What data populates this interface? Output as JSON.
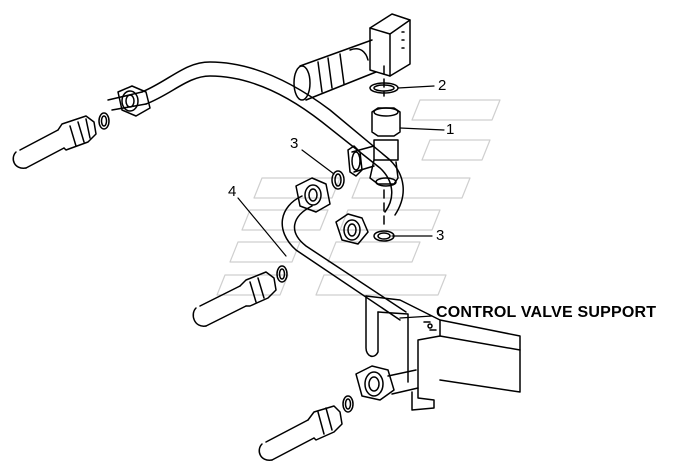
{
  "callouts": [
    {
      "id": "c2",
      "text": "2"
    },
    {
      "id": "c1",
      "text": "1"
    },
    {
      "id": "c3a",
      "text": "3"
    },
    {
      "id": "c3b",
      "text": "3"
    },
    {
      "id": "c4",
      "text": "4"
    }
  ],
  "caption": "CONTROL VALVE SUPPORT",
  "colors": {
    "ink": "#000000",
    "watermark": "#cfcfcf",
    "paper": "#ffffff"
  }
}
